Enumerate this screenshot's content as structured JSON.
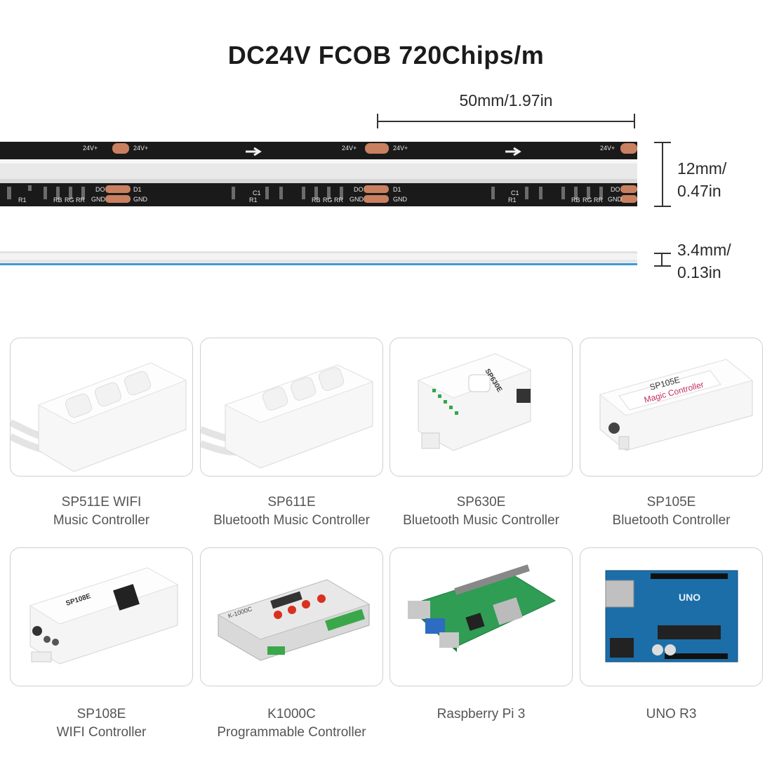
{
  "title": "DC24V FCOB 720Chips/m",
  "segment_label": "50mm/1.97in",
  "width_label": [
    "12mm/",
    "0.47in"
  ],
  "thickness_label": [
    "3.4mm/",
    "0.13in"
  ],
  "strip_markings": {
    "v_plus": "24V+",
    "data_in": "DO",
    "data_out": "D1",
    "ground": "GND",
    "cap": "C1",
    "res": "R1",
    "rb": "RB",
    "rg": "RG",
    "rr": "RR"
  },
  "colors": {
    "strip_black": "#1a1a1a",
    "diffuser": "#e9e9e9",
    "pad": "#c98060",
    "side_blue": "#3d9ad4"
  },
  "controllers": [
    {
      "line1": "SP511E WIFI",
      "line2": "Music Controller"
    },
    {
      "line1": "SP611E",
      "line2": "Bluetooth Music Controller"
    },
    {
      "line1": "SP630E",
      "line2": "Bluetooth Music Controller"
    },
    {
      "line1": "SP105E",
      "line2": "Bluetooth Controller"
    },
    {
      "line1": "SP108E",
      "line2": "WIFI Controller"
    },
    {
      "line1": "K1000C",
      "line2": "Programmable Controller"
    },
    {
      "line1": "Raspberry Pi 3",
      "line2": ""
    },
    {
      "line1": "UNO R3",
      "line2": ""
    }
  ],
  "device_text": {
    "sp630e": "SP630E",
    "sp105e": "SP105E",
    "sp105e_brand": "Magic Controller",
    "sp108e": "SP108E",
    "k1000c": "K-1000C",
    "uno": "UNO"
  }
}
